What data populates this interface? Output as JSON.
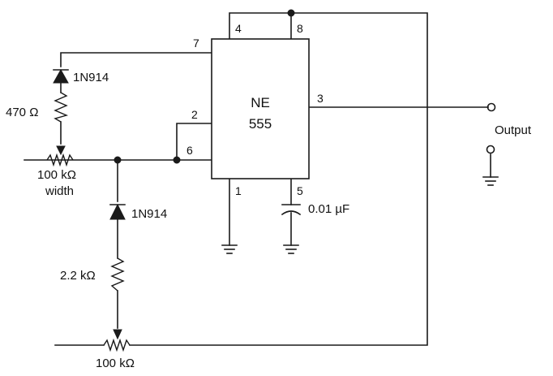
{
  "ic": {
    "line1": "NE",
    "line2": "555"
  },
  "pins": {
    "p1": "1",
    "p2": "2",
    "p3": "3",
    "p4": "4",
    "p5": "5",
    "p6": "6",
    "p7": "7",
    "p8": "8"
  },
  "components": {
    "diode_top": "1N914",
    "diode_bottom": "1N914",
    "resistor_top": "470 Ω",
    "pot_top": "100 kΩ",
    "pot_top_sub": "width",
    "resistor_bottom": "2.2 kΩ",
    "pot_bottom": "100 kΩ",
    "capacitor": "0.01 µF"
  },
  "output_label": "Output"
}
